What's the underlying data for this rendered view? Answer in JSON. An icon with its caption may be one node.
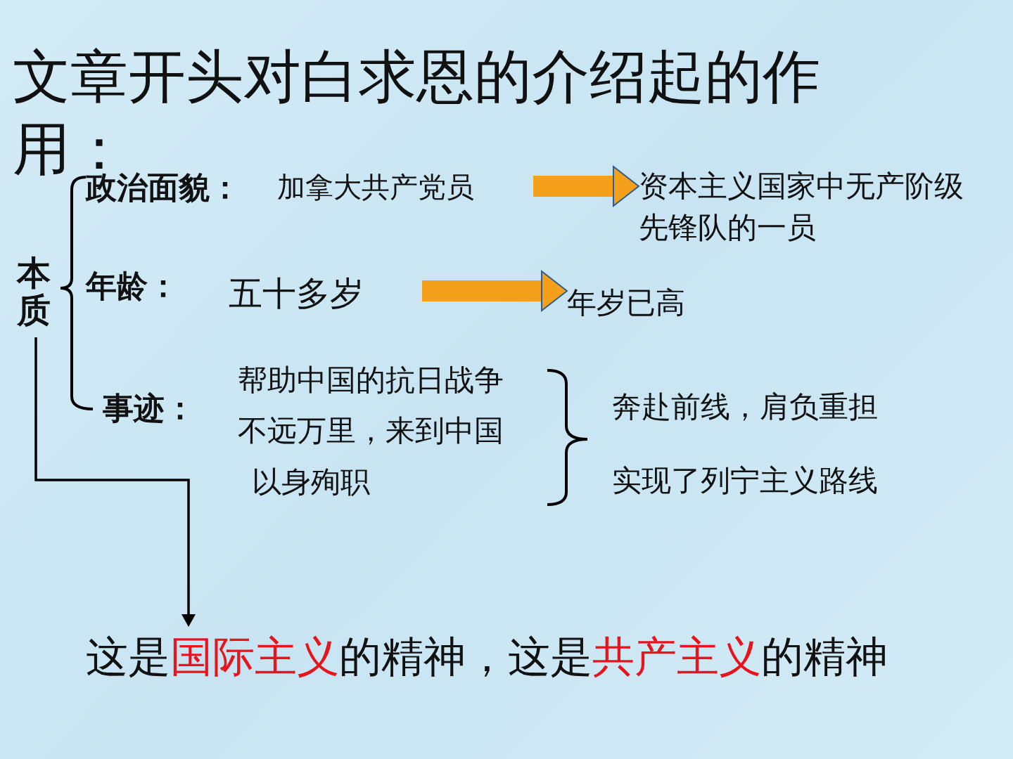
{
  "diagram": {
    "title": "文章开头对白求恩的介绍起的作用：",
    "nodes": [
      {
        "text": [
          "本质"
        ]
      },
      {
        "text": [
          "政治面貌：",
          "加拿大共产党员"
        ]
      },
      {
        "text": [
          "资本主义国家中无产阶级先锋队的一员"
        ]
      },
      {
        "text": [
          "年龄：",
          "五十多岁"
        ]
      },
      {
        "text": [
          "年岁已高"
        ]
      },
      {
        "text": [
          "事迹：",
          "帮助中国的抗日战争",
          "不远万里，来到中国",
          "以身殉职"
        ]
      },
      {
        "text": [
          "奔赴前线，肩负重担",
          "实现了列宁主义路线"
        ]
      },
      {
        "text": [
          "这是",
          "国际主义",
          "的精神，这是",
          "共产主义",
          "的精神"
        ]
      }
    ],
    "edges": [
      {
        "from": 1,
        "to": 2,
        "arrow": "to"
      },
      {
        "from": 3,
        "to": 4,
        "arrow": "to"
      },
      {
        "from": 0,
        "to": 7,
        "arrow": "to",
        "color": "#000000"
      }
    ]
  }
}
